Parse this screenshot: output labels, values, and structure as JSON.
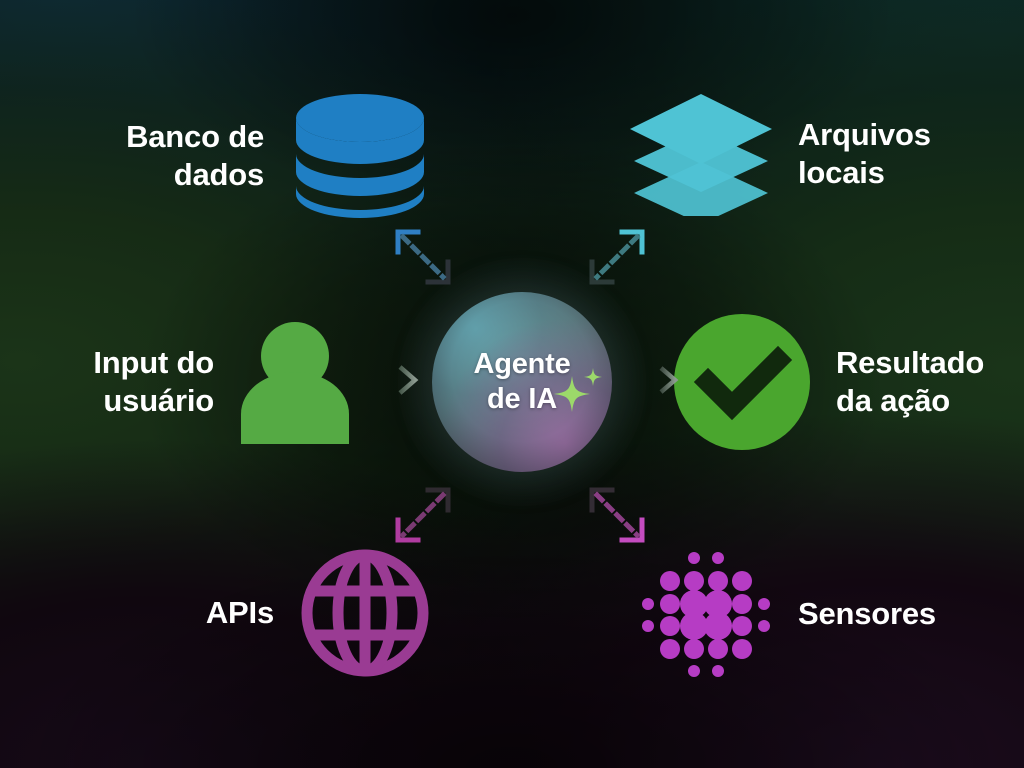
{
  "diagram": {
    "title": "Agente de IA",
    "colors": {
      "background_top_left": "#0b2229",
      "background_mid_left": "#162a15",
      "background_bottom": "#12070f",
      "database_blue": "#1f7fc4",
      "files_cyan": "#4fc3d4",
      "user_green": "#55aa44",
      "result_green": "#4aa62e",
      "apis_purple": "#9a3b93",
      "sensors_magenta": "#b63cc4",
      "sparkle_green": "#9cd96a",
      "label_white": "#ffffff",
      "arrow_gray": "#7b8a80"
    },
    "center": {
      "label": "Agente\nde IA",
      "sparkle_icon": "sparkle-icon"
    },
    "nodes": [
      {
        "id": "database",
        "label": "Banco de\ndados",
        "icon": "database-icon",
        "align": "right",
        "color": "#1f7fc4"
      },
      {
        "id": "files",
        "label": "Arquivos\nlocais",
        "icon": "layers-icon",
        "align": "left",
        "color": "#4fc3d4"
      },
      {
        "id": "user",
        "label": "Input do\nusuário",
        "icon": "user-icon",
        "align": "right",
        "color": "#55aa44"
      },
      {
        "id": "result",
        "label": "Resultado\nda ação",
        "icon": "check-circle-icon",
        "align": "left",
        "color": "#4aa62e"
      },
      {
        "id": "apis",
        "label": "APIs",
        "icon": "globe-icon",
        "align": "right",
        "color": "#9a3b93"
      },
      {
        "id": "sensors",
        "label": "Sensores",
        "icon": "dot-grid-icon",
        "align": "left",
        "color": "#b63cc4"
      }
    ],
    "connectors": [
      {
        "id": "user-to-agent",
        "icon": "arrow-right-icon",
        "from": "user",
        "to": "center"
      },
      {
        "id": "agent-to-result",
        "icon": "arrow-right-icon",
        "from": "center",
        "to": "result"
      },
      {
        "id": "database-link",
        "icon": "bidirectional-dashed-icon",
        "from": "database",
        "to": "center"
      },
      {
        "id": "files-link",
        "icon": "bidirectional-dashed-icon",
        "from": "files",
        "to": "center"
      },
      {
        "id": "apis-link",
        "icon": "bidirectional-dashed-icon",
        "from": "apis",
        "to": "center"
      },
      {
        "id": "sensors-link",
        "icon": "bidirectional-dashed-icon",
        "from": "sensors",
        "to": "center"
      }
    ]
  }
}
